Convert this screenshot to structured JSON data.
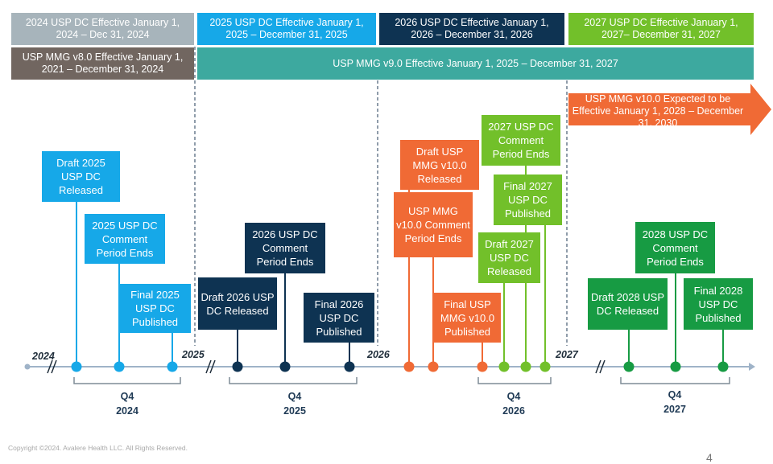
{
  "bands": {
    "dc_2024": "2024 USP DC Effective January 1, 2024 – Dec 31, 2024",
    "dc_2025": "2025 USP DC Effective January 1, 2025 – December 31, 2025",
    "dc_2026": "2026 USP DC Effective January 1, 2026 – December 31, 2026",
    "dc_2027": "2027 USP DC Effective January 1, 2027– December 31, 2027",
    "mmg_v8": "USP MMG v8.0 Effective January 1, 2021 – December 31, 2024",
    "mmg_v9": "USP MMG v9.0 Effective January 1, 2025 – December 31, 2027",
    "mmg_v10": "USP MMG v10.0 Expected to be Effective January 1, 2028 – December 31, 2030"
  },
  "events": {
    "draft_2025": "Draft 2025 USP DC Released",
    "comment_2025": "2025 USP DC Comment Period Ends",
    "final_2025": "Final 2025 USP DC Published",
    "draft_2026": "Draft 2026 USP DC Released",
    "comment_2026": "2026 USP DC Comment Period Ends",
    "final_2026": "Final 2026 USP DC Published",
    "draft_mmg10": "Draft USP MMG v10.0 Released",
    "comment_mmg10": "USP MMG v10.0 Comment Period Ends",
    "final_mmg10": "Final USP MMG v10.0 Published",
    "comment_2027": "2027 USP DC Comment Period Ends",
    "final_2027": "Final 2027 USP DC Published",
    "draft_2027": "Draft 2027 USP DC Released",
    "draft_2028": "Draft 2028 USP DC Released",
    "comment_2028": "2028 USP DC Comment Period Ends",
    "final_2028": "Final 2028 USP DC Published"
  },
  "years": {
    "y2024": "2024",
    "y2025": "2025",
    "y2026": "2026",
    "y2027": "2027"
  },
  "quarters": {
    "q1_label": "Q4",
    "q1_year": "2024",
    "q2_label": "Q4",
    "q2_year": "2025",
    "q3_label": "Q4",
    "q3_year": "2026",
    "q4_label": "Q4",
    "q4_year": "2027"
  },
  "footer": "Copyright ©2024. Avalere Health LLC. All Rights Reserved.",
  "page_number": "4",
  "colors": {
    "dc_2025_events": "#16a8e8",
    "dc_2026_events": "#0e3352",
    "mmg_v10_events": "#f06a35",
    "dc_2027_events": "#72c02a",
    "dc_2028_events": "#179b43",
    "dc_2024_band": "#a7b4bb",
    "mmg_v8_band": "#716660",
    "mmg_v9_band": "#3da99f",
    "timeline": "#9fb3c8"
  }
}
